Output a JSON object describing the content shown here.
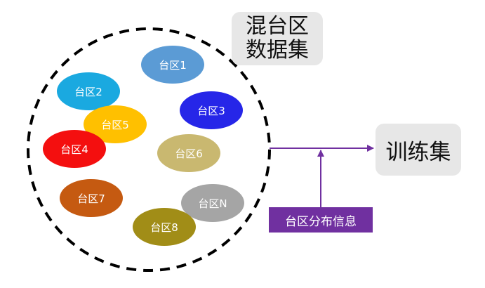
{
  "dataset_label": {
    "line1": "混台区",
    "line2": "数据集"
  },
  "training_label": "训练集",
  "distribution_label": "台区分布信息",
  "colors": {
    "arrow": "#7030a0",
    "circle": "#000000",
    "box": "#e7e7e7"
  },
  "zones": [
    {
      "label": "台区1",
      "color": "#5b9bd5"
    },
    {
      "label": "台区2",
      "color": "#1aa9e0"
    },
    {
      "label": "台区3",
      "color": "#2626e8"
    },
    {
      "label": "台区5",
      "color": "#ffc000"
    },
    {
      "label": "台区4",
      "color": "#f40f0f"
    },
    {
      "label": "台区6",
      "color": "#c9b870"
    },
    {
      "label": "台区7",
      "color": "#c55a11"
    },
    {
      "label": "台区N",
      "color": "#a5a5a5"
    },
    {
      "label": "台区8",
      "color": "#a18d17"
    }
  ]
}
